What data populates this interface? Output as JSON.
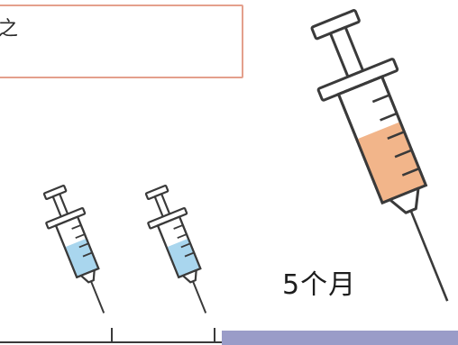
{
  "note_box": {
    "text": "之"
  },
  "timeline": {
    "duration_label": "5个月"
  },
  "syringes": [
    {
      "name": "small-syringe-1",
      "liquid": "blue"
    },
    {
      "name": "small-syringe-2",
      "liquid": "blue"
    },
    {
      "name": "large-syringe",
      "liquid": "orange"
    }
  ],
  "colors": {
    "outline": "#3a3a3a",
    "blue_liquid": "#a9d6ee",
    "orange_liquid": "#f2b58a",
    "timeline_band": "#9a9cc8",
    "box_border": "#e4a08c"
  }
}
